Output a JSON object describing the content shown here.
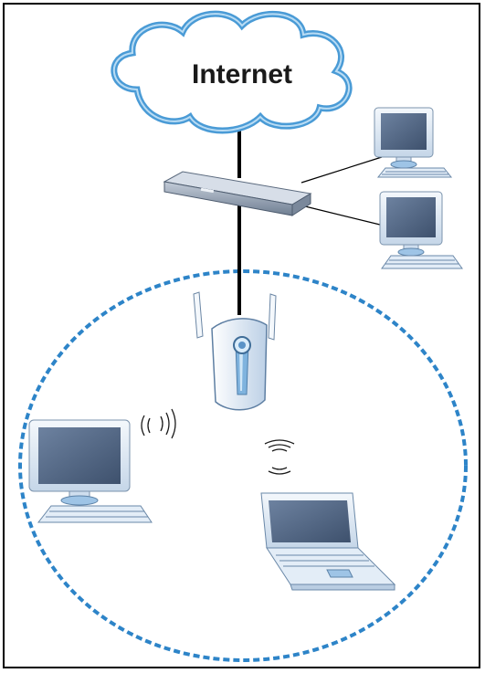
{
  "diagram": {
    "cloud_label": "Internet",
    "nodes": [
      {
        "id": "internet",
        "kind": "cloud-icon"
      },
      {
        "id": "router",
        "kind": "router-icon"
      },
      {
        "id": "desktop-1",
        "kind": "desktop-computer-icon"
      },
      {
        "id": "desktop-2",
        "kind": "desktop-computer-icon"
      },
      {
        "id": "access-point",
        "kind": "wireless-access-point-icon"
      },
      {
        "id": "wireless-desktop",
        "kind": "desktop-computer-icon"
      },
      {
        "id": "wireless-laptop",
        "kind": "laptop-icon"
      }
    ],
    "links": [
      {
        "from": "internet",
        "to": "router",
        "type": "wired"
      },
      {
        "from": "router",
        "to": "desktop-1",
        "type": "wired"
      },
      {
        "from": "router",
        "to": "desktop-2",
        "type": "wired"
      },
      {
        "from": "router",
        "to": "access-point",
        "type": "wired"
      },
      {
        "from": "access-point",
        "to": "wireless-desktop",
        "type": "wireless"
      },
      {
        "from": "access-point",
        "to": "wireless-laptop",
        "type": "wireless"
      }
    ],
    "colors": {
      "cloud_fill": "#ffffff",
      "cloud_stroke": "#4a9bd6",
      "wlan_boundary": "#2d84c8",
      "monitor_screen": "#4f6380",
      "device_body": "#dfeaf5",
      "router_body": "#9aa8b8",
      "link": "#000000"
    }
  }
}
